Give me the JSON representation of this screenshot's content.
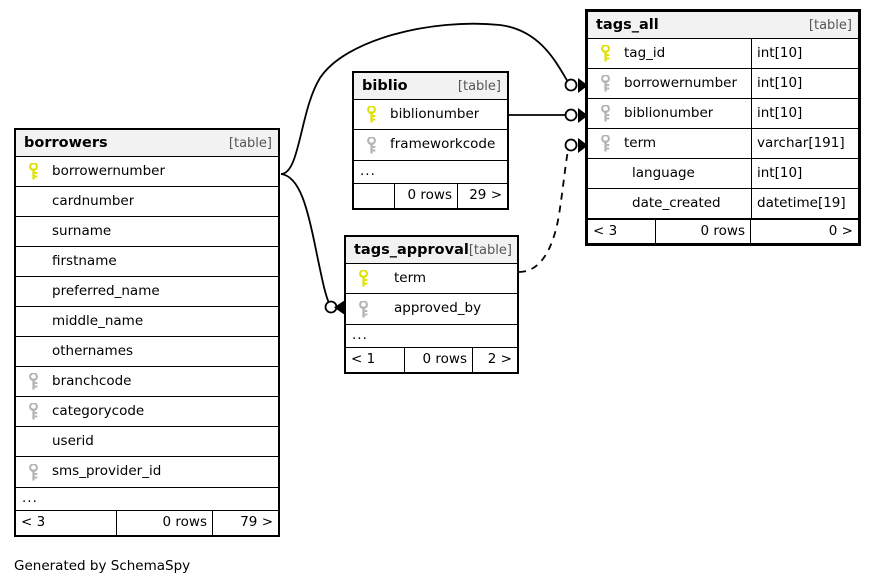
{
  "diagram": {
    "caption": "Generated by SchemaSpy",
    "kind_label": "[table]",
    "ellipsis": "...",
    "rows_label": "0 rows",
    "key_icon_pk": "primary-key-icon",
    "key_icon_fk": "foreign-key-icon"
  },
  "tables": {
    "borrowers": {
      "name": "borrowers",
      "kind": "[table]",
      "columns": [
        {
          "key": "pk",
          "name": "borrowernumber",
          "type": ""
        },
        {
          "key": "",
          "name": "cardnumber",
          "type": ""
        },
        {
          "key": "",
          "name": "surname",
          "type": ""
        },
        {
          "key": "",
          "name": "firstname",
          "type": ""
        },
        {
          "key": "",
          "name": "preferred_name",
          "type": ""
        },
        {
          "key": "",
          "name": "middle_name",
          "type": ""
        },
        {
          "key": "",
          "name": "othernames",
          "type": ""
        },
        {
          "key": "fk",
          "name": "branchcode",
          "type": ""
        },
        {
          "key": "fk",
          "name": "categorycode",
          "type": ""
        },
        {
          "key": "",
          "name": "userid",
          "type": ""
        },
        {
          "key": "fk",
          "name": "sms_provider_id",
          "type": ""
        }
      ],
      "more": "...",
      "footer": {
        "left": "< 3",
        "center": "0 rows",
        "right": "79 >"
      }
    },
    "biblio": {
      "name": "biblio",
      "kind": "[table]",
      "columns": [
        {
          "key": "pk",
          "name": "biblionumber",
          "type": ""
        },
        {
          "key": "fk",
          "name": "frameworkcode",
          "type": ""
        }
      ],
      "more": "...",
      "footer": {
        "left": "",
        "center": "0 rows",
        "right": "29 >"
      }
    },
    "tags_approval": {
      "name": "tags_approval",
      "kind": "[table]",
      "columns": [
        {
          "key": "pk",
          "name": "term",
          "type": ""
        },
        {
          "key": "fk",
          "name": "approved_by",
          "type": ""
        }
      ],
      "more": "...",
      "footer": {
        "left": "< 1",
        "center": "0 rows",
        "right": "2 >"
      }
    },
    "tags_all": {
      "name": "tags_all",
      "kind": "[table]",
      "columns": [
        {
          "key": "pk",
          "name": "tag_id",
          "type": "int[10]"
        },
        {
          "key": "fk",
          "name": "borrowernumber",
          "type": "int[10]"
        },
        {
          "key": "fk",
          "name": "biblionumber",
          "type": "int[10]"
        },
        {
          "key": "fk",
          "name": "term",
          "type": "varchar[191]"
        },
        {
          "key": "",
          "name": "language",
          "type": "int[10]"
        },
        {
          "key": "",
          "name": "date_created",
          "type": "datetime[19]"
        }
      ],
      "more": "",
      "footer": {
        "left": "< 3",
        "center": "0 rows",
        "right": "0 >"
      }
    }
  },
  "relationships": [
    {
      "name": "borrowers-to-tags-all",
      "from": "borrowers.borrowernumber",
      "to": "tags_all.borrowernumber",
      "style": "solid"
    },
    {
      "name": "borrowers-to-tags-approval",
      "from": "borrowers.borrowernumber",
      "to": "tags_approval.approved_by",
      "style": "solid"
    },
    {
      "name": "biblio-to-tags-all",
      "from": "biblio.biblionumber",
      "to": "tags_all.biblionumber",
      "style": "solid"
    },
    {
      "name": "tags-approval-to-tags-all",
      "from": "tags_approval.term",
      "to": "tags_all.term",
      "style": "dashed"
    }
  ],
  "colors": {
    "primary_key": "#e8e800",
    "foreign_key": "#b0b0b0",
    "header_bg": "#f2f2f2",
    "border": "#000000",
    "canvas": "#ffffff"
  }
}
